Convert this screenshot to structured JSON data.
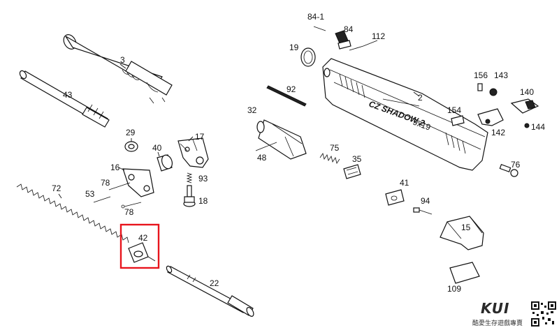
{
  "parts": [
    {
      "id": "p3",
      "label": "3"
    },
    {
      "id": "p43",
      "label": "43"
    },
    {
      "id": "p29",
      "label": "29"
    },
    {
      "id": "p40",
      "label": "40"
    },
    {
      "id": "p17",
      "label": "17"
    },
    {
      "id": "p93",
      "label": "93"
    },
    {
      "id": "p18",
      "label": "18"
    },
    {
      "id": "p16",
      "label": "16"
    },
    {
      "id": "p78a",
      "label": "78"
    },
    {
      "id": "p78b",
      "label": "78"
    },
    {
      "id": "p53",
      "label": "53"
    },
    {
      "id": "p72",
      "label": "72"
    },
    {
      "id": "p42",
      "label": "42"
    },
    {
      "id": "p22",
      "label": "22"
    },
    {
      "id": "p84-1",
      "label": "84-1"
    },
    {
      "id": "p84",
      "label": "84"
    },
    {
      "id": "p112",
      "label": "112"
    },
    {
      "id": "p19",
      "label": "19"
    },
    {
      "id": "p92",
      "label": "92"
    },
    {
      "id": "p2",
      "label": "2"
    },
    {
      "id": "p32",
      "label": "32"
    },
    {
      "id": "p48",
      "label": "48"
    },
    {
      "id": "p75",
      "label": "75"
    },
    {
      "id": "p35",
      "label": "35"
    },
    {
      "id": "p154",
      "label": "154"
    },
    {
      "id": "p156",
      "label": "156"
    },
    {
      "id": "p143",
      "label": "143"
    },
    {
      "id": "p142",
      "label": "142"
    },
    {
      "id": "p140",
      "label": "140"
    },
    {
      "id": "p144",
      "label": "144"
    },
    {
      "id": "p76",
      "label": "76"
    },
    {
      "id": "p41",
      "label": "41"
    },
    {
      "id": "p94",
      "label": "94"
    },
    {
      "id": "p15",
      "label": "15"
    },
    {
      "id": "p109",
      "label": "109"
    }
  ],
  "highlight": {
    "part": "42",
    "color": "#e8141c"
  },
  "slide_engraving": "CZ SHADOW 2",
  "slide_engraving_small": "9x19",
  "brand": {
    "name": "KUI",
    "tagline": "酷愛生存遊戲專賣"
  }
}
